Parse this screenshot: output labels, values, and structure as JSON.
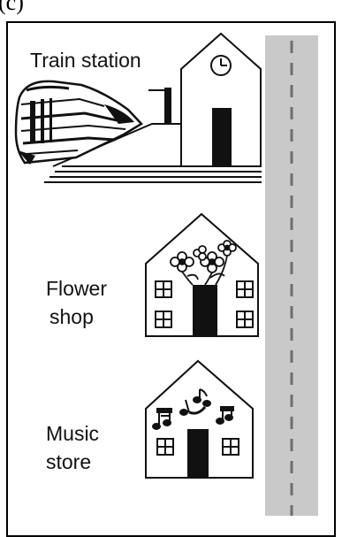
{
  "corner_label": "(c)",
  "buildings": {
    "train_station": {
      "label": "Train station"
    },
    "flower_shop": {
      "label_line1": "Flower",
      "label_line2": "shop"
    },
    "music_store": {
      "label_line1": "Music",
      "label_line2": "store"
    }
  },
  "colors": {
    "road": "#c9c9c9",
    "road_dash": "#6e6e6e",
    "ink": "#111111"
  }
}
